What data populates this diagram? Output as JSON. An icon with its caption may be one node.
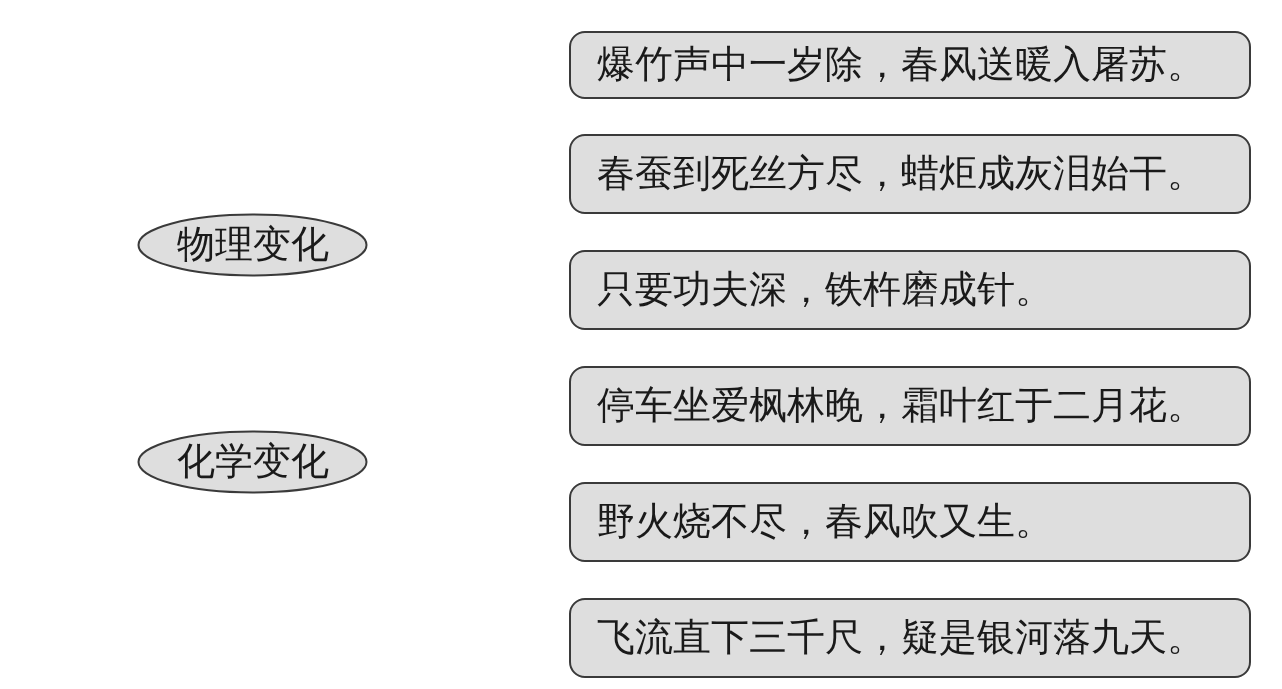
{
  "diagram": {
    "nodes": [
      {
        "text": [
          "物理变化"
        ]
      },
      {
        "text": [
          "化学变化"
        ]
      },
      {
        "text": [
          "爆竹声中一岁除，春风送暖入屠苏。"
        ]
      },
      {
        "text": [
          "春蚕到死丝方尽，蜡炬成灰泪始干。"
        ]
      },
      {
        "text": [
          "只要功夫深，铁杵磨成针。"
        ]
      },
      {
        "text": [
          "停车坐爱枫林晚，霜叶红于二月花。"
        ]
      },
      {
        "text": [
          "野火烧不尽，春风吹又生。"
        ]
      },
      {
        "text": [
          "飞流直下三千尺，疑是银河落九天。"
        ]
      }
    ]
  }
}
